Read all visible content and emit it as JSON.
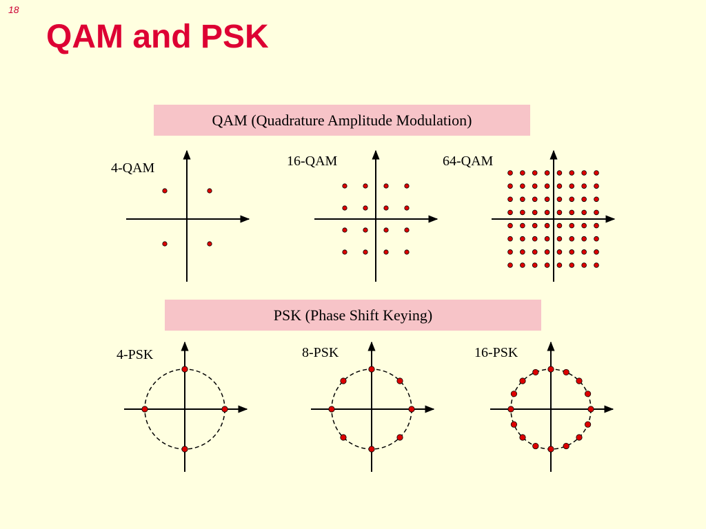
{
  "slide": {
    "number": "18",
    "title": "QAM and PSK"
  },
  "qam": {
    "banner": "QAM (Quadrature Amplitude Modulation)",
    "diagrams": [
      {
        "label": "4-QAM",
        "order": 4
      },
      {
        "label": "16-QAM",
        "order": 16
      },
      {
        "label": "64-QAM",
        "order": 64
      }
    ]
  },
  "psk": {
    "banner": "PSK (Phase Shift Keying)",
    "diagrams": [
      {
        "label": "4-PSK",
        "order": 4
      },
      {
        "label": "8-PSK",
        "order": 8
      },
      {
        "label": "16-PSK",
        "order": 16
      }
    ]
  },
  "colors": {
    "point": "#DD0000",
    "title": "#DD0033",
    "banner": "#F7C4C8",
    "background": "#FFFFE0"
  }
}
